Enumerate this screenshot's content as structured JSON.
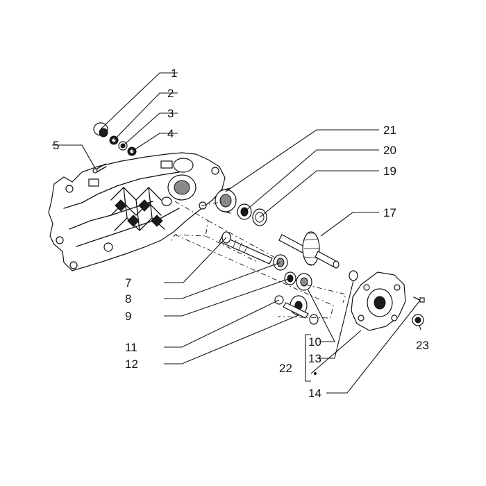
{
  "diagram": {
    "part_numbers": [
      "1",
      "2",
      "3",
      "4",
      "5",
      "7",
      "8",
      "9",
      "10",
      "11",
      "12",
      "13",
      "14",
      "17",
      "19",
      "20",
      "21",
      "22",
      "23"
    ]
  }
}
